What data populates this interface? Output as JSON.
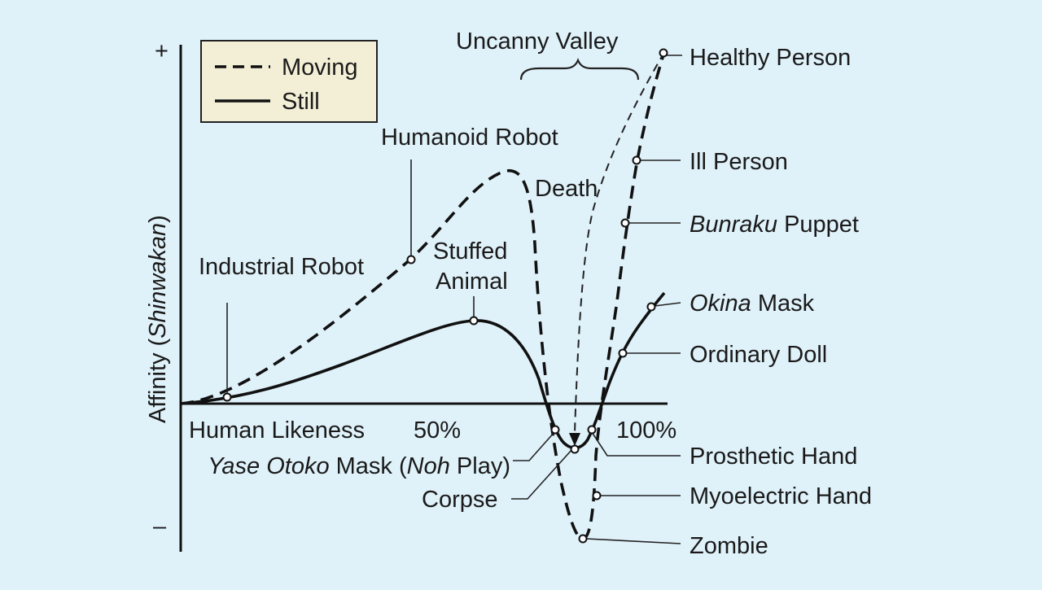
{
  "diagram": {
    "title": "Uncanny Valley",
    "y_axis": {
      "label_prefix": "Affinity (",
      "label_italic": "Shinwakan",
      "label_suffix": ")",
      "plus_sign": "+",
      "minus_sign": "–"
    },
    "x_axis": {
      "label": "Human Likeness",
      "tick_50": "50%",
      "tick_100": "100%"
    },
    "legend": {
      "moving": "Moving",
      "still": "Still"
    },
    "labels": {
      "humanoid_robot": "Humanoid Robot",
      "industrial_robot": "Industrial Robot",
      "stuffed_animal_line1": "Stuffed",
      "stuffed_animal_line2": "Animal",
      "death": "Death",
      "healthy_person": "Healthy Person",
      "ill_person": "Ill Person",
      "bunraku_italic": "Bunraku",
      "bunraku_rest": " Puppet",
      "okina_italic": "Okina",
      "okina_rest": " Mask",
      "ordinary_doll": "Ordinary Doll",
      "prosthetic_hand": "Prosthetic Hand",
      "myoelectric_hand": "Myoelectric Hand",
      "zombie": "Zombie",
      "corpse": "Corpse",
      "yase_italic": "Yase Otoko",
      "yase_mid": " Mask (",
      "noh_italic": "Noh",
      "yase_end": " Play)"
    },
    "colors": {
      "background": "#dff1f9",
      "legend_fill": "#f3efd6",
      "ink": "#111111"
    }
  }
}
